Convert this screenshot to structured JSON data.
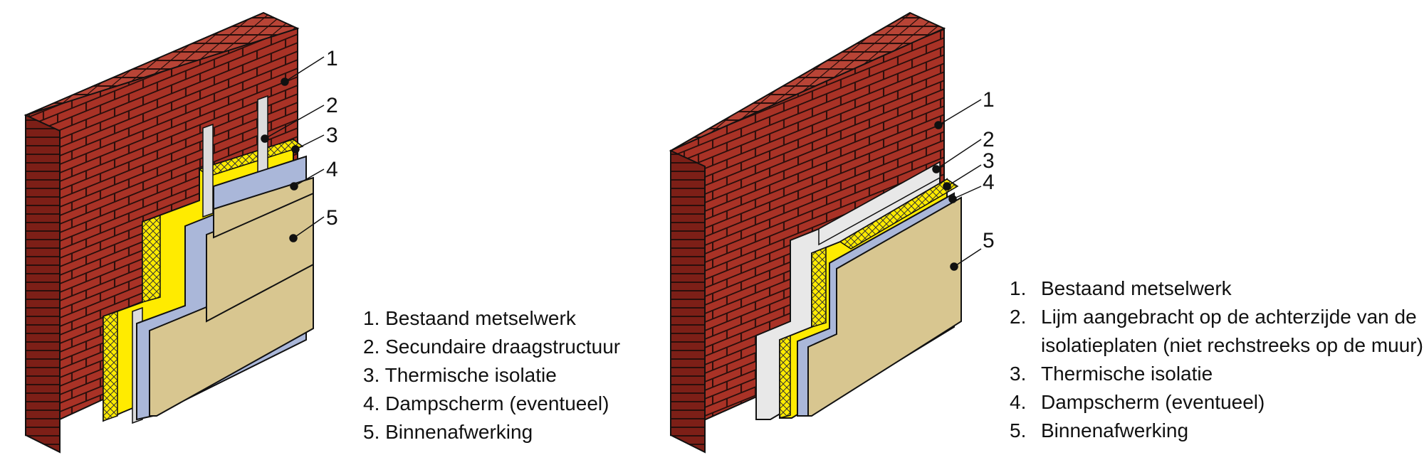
{
  "diagram_left": {
    "callouts": [
      "1",
      "2",
      "3",
      "4",
      "5"
    ],
    "legend": [
      "1. Bestaand metselwerk",
      "2. Secundaire draagstructuur",
      "3. Thermische isolatie",
      "4. Dampscherm (eventueel)",
      "5. Binnenafwerking"
    ]
  },
  "diagram_right": {
    "callouts": [
      "1",
      "2",
      "3",
      "4",
      "5"
    ],
    "legend": [
      {
        "num": "1.",
        "lines": [
          "Bestaand metselwerk"
        ]
      },
      {
        "num": "2.",
        "lines": [
          "Lijm aangebracht op de achterzijde van de",
          "isolatieplaten (niet rechstreeks op de muur)"
        ]
      },
      {
        "num": "3.",
        "lines": [
          "Thermische isolatie"
        ]
      },
      {
        "num": "4.",
        "lines": [
          "Dampscherm (eventueel)"
        ]
      },
      {
        "num": "5.",
        "lines": [
          "Binnenafwerking"
        ]
      }
    ]
  },
  "colors": {
    "brick": "#a93226",
    "brick_side": "#7d1f17",
    "mortar": "#2a0f0c",
    "insulation": "#ffeb00",
    "vapor_barrier": "#aab7d9",
    "finish": "#d8c690",
    "glue": "#e8e8e8",
    "stud": "#dcdcdc"
  }
}
